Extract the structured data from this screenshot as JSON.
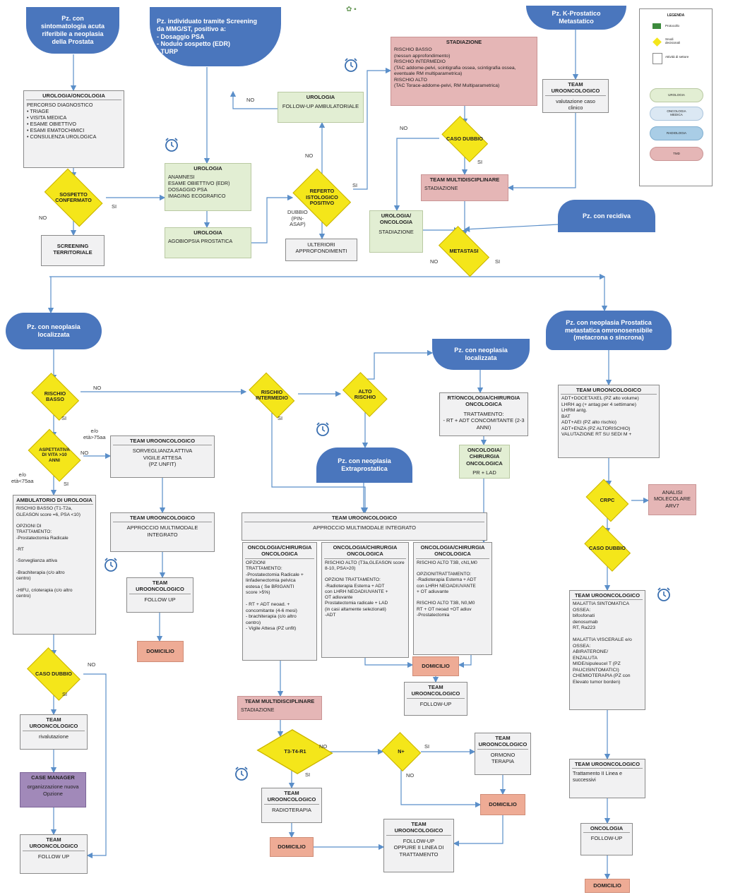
{
  "nodes": {
    "pz_sintomatologia": "Pz. con\nsintomatologia acuta\nriferibile a neoplasia\ndella Prostata",
    "pz_screening": "Pz. individuato tramite Screening\nda MMG/ST, positivo a:\n- Dosaggio PSA\n- Nodulo sospetto (EDR)\n- TURP",
    "pz_metastatico": "Pz. K-Prostatico\nMetastatico",
    "uro_onc": {
      "title": "UROLOGIA/ONCOLOGIA",
      "body": "PERCORSO DIAGNOSTICO\n• TRIAGE\n• VISITA MEDICA\n• ESAME OBIETTIVO\n• ESAMI EMATOCHIMICI\n• CONSULENZA UROLOGICA"
    },
    "sospetto_confermato": "SOSPETTO\nCONFERMATO",
    "screening_territoriale": "SCREENING\nTERRITORIALE",
    "urologia_anamnesi": {
      "title": "UROLOGIA",
      "body": "ANAMNESI\nESAME OBIETTIVO (EDR)\nDOSAGGIO PSA\nIMAGING ECOGRAFICO"
    },
    "urologia_agobiopsia": {
      "title": "UROLOGIA",
      "body": "AGOBIOPSIA PROSTATICA"
    },
    "urologia_followup": {
      "title": "UROLOGIA",
      "body": "FOLLOW-UP  AMBULATORIALE"
    },
    "referto_istologico": "REFERTO\nISTOLOGICO\nPOSITIVO",
    "ulteriori_approfondimenti": "ULTERIORI\nAPPROFONDIMENTI",
    "stadiazione": {
      "title": "STADIAZIONE",
      "body": "RISCHIO BASSO\n(nessun approfondimento)\nRISCHIO INTERMEDIO\n(TAC addome-pelvi, scintigrafia ossea, scintigrafia ossea,\neventuale RM multiparametrica)\nRISCHIO ALTO\n(TAC Torace-addome-pelvi, RM Multiparametrica)"
    },
    "team_uroonc_top": {
      "title": "TEAM\nUROONCOLOGICO",
      "body": "valutazione caso\nclinico"
    },
    "caso_dubbio_top": "CASO DUBBIO",
    "team_multi_top": {
      "title": "TEAM MULTIDISCIPLINARE",
      "body": "STADIAZIONE"
    },
    "urologia_oncologia_stadiazione": {
      "title": "UROLOGIA/\nONCOLOGIA",
      "body": "STADIAZIONE"
    },
    "pz_recidiva": "Pz. con recidiva",
    "metastasi": "METASTASI",
    "pz_localizzata_left": "Pz. con neoplasia\nlocalizzata",
    "pz_metastatica_ormono": "Pz. con neoplasia Prostatica\nmetastatica omronosensibile\n(metacrona o sincrona)",
    "rischio_basso": "RISCHIO\nBASSO",
    "rischio_intermedio": "RISCHIO\nINTERMEDIO",
    "alto_rischio": "ALTO\nRISCHIO",
    "pz_localizzata_mid": "Pz. con neoplasia\nlocalizzata",
    "rt_onc_chir": {
      "title": "RT/ONCOLOGIA/CHIRURGIA\nONCOLOGICA",
      "body": "TRATTAMENTO:\n- RT + ADT CONCOMITANTE (2-3\nANNI)"
    },
    "onc_chir_pr_lad": {
      "title": "ONCOLOGIA/\nCHIRURGIA\nONCOLOGICA",
      "body": "PR + LAD"
    },
    "aspettativa_vita": "ASPETTATIVA\nDI VITA >10\nANNI",
    "team_sorveglianza": {
      "title": "TEAM UROONCOLOGICO",
      "body": "SORVEGLIANZA ATTIVA\nVIGILE ATTESA\n(PZ UNFIT)"
    },
    "pz_extraprostatica": "Pz. con neoplasia\nExtraprostatica",
    "ambulatorio_urologia": {
      "title": "AMBULATORIO DI\nUROLOGIA",
      "body": "RISCHIO BASSO (T1-T2a,\nGLEASON score =6, PSA <10)\n\nOPZIONI DI\nTRATTAMENTO:\n-Prostatectomia Radicale\n\n-RT\n\n-Sorveglianza attiva\n\n-Brachiterapia (c/o altro\ncentro)\n\n-HIFU, crioterapia (c/o altro\ncentro)"
    },
    "team_approccio_multimodale": {
      "title": "TEAM UROONCOLOGICO",
      "body": "APPROCCIO MULTIMODALE\nINTEGRATO"
    },
    "team_followup_left": {
      "title": "TEAM\nUROONCOLOGICO",
      "body": "FOLLOW UP"
    },
    "domicilio_left": "DOMICILIO",
    "team_multimodale_integrato": {
      "title": "TEAM UROONCOLOGICO",
      "subtitle": "APPROCCIO MULTIMODALE INTEGRATO"
    },
    "onc_chir_col1": {
      "title": "ONCOLOGIA/CHIRURGIA\nONCOLOGICA",
      "body": "OPZIONI\nTRATTAMENTO:\n-Prostatectomia Radicale +\nlinfadenectomia pelvica\nestesa ( Se BRIGANTI\nscore >5%)\n\n- RT + ADT neoad. +\nconcomitante (4-6 mesi)\n- brachiterapia (c/o altro\ncentro)\n- Vigile Attesa (PZ unfit)"
    },
    "onc_chir_col2": {
      "title": "ONCOLOGIA/CHIRURGIA\nONCOLOGICA",
      "body": "RISCHIO ALTO (T3a,GLEASON score\n8-10, PSA>20)\n\nOPZIONI TRATTAMENTO:\n-Radioterapia Esterna + ADT\ncon LHRH NEOADIUVANTE +\nOT adiuvante\nProstatectomia radicale + LAD\n(in casi altamente selezionati)\n-ADT"
    },
    "onc_chir_col3": {
      "title": "ONCOLOGIA/CHIRURGIA\nONCOLOGICA",
      "body": "RISCHIO ALTO T3B, cN1,M0\n\nOPZIONITRATTAMENTO:\n-Radioterapia Esterna + ADT\ncon LHRH NEOADIUVANTE\n+ OT adiuvante\n\nRISCHIO ALTO T3B, N0,M0\nRT + OT neoad +OT adiuv\n-Prostatectomia"
    },
    "domicilio_mid": "DOMICILIO",
    "team_followup_mid": {
      "title": "TEAM\nUROONCOLOGICO",
      "body": "FOLLOW-UP"
    },
    "team_adt_docetaxel": {
      "title": "TEAM UROONCOLOGICO",
      "body": "ADT+DOCETAXEL (PZ  alto volume)\nLHRH ag (+ antag per 4 settimane)\nLHRM antg.\nBAT\nADT+AEI  (PZ alto rischio)\nADT+ENZA (PZ ALTORISCHIO)\nVALUTAZIONE RT SU SEDI M +"
    },
    "crpc": "CRPC",
    "analisi_molecolare": "ANALISI\nMOLECOLARE\nARV7",
    "caso_dubbio_right": "CASO DUBBIO",
    "team_malattia": {
      "title": "TEAM UROONCOLOGICO",
      "body": "MALATTIA SINTOMATICA\nOSSEA:\nbifosfonati\ndenosumab\nRT, Ra223\n\nMALATTIA VISCERALE e/o\nOSSEA:\nABIRATERONE/\nENZALUTA\nMIDE/sipuleucel T (PZ\nPAUCISINTOMATICI)\nCHEMIOTERAPIA (PZ con\nElevato tumor borden)"
    },
    "team_ii_linea": {
      "title": "TEAM UROONCOLOGICO",
      "body": "Trattamento II Linea e\nsuccessivi"
    },
    "oncologia_followup": {
      "title": "ONCOLOGIA",
      "body": "FOLLOW-UP"
    },
    "domicilio_right": "DOMICILIO",
    "caso_dubbio_left": "CASO DUBBIO",
    "team_rivalutazione": {
      "title": "TEAM\nUROONCOLOGICO",
      "body": "rivalutazione"
    },
    "case_manager": {
      "title": "CASE MANAGER",
      "body": "organizzazione nuova\nOpzione"
    },
    "team_followup_bottom_left": {
      "title": "TEAM\nUROONCOLOGICO",
      "body": "FOLLOW UP"
    },
    "team_multi_stadiazione": {
      "title": "TEAM MULTIDISCIPLINARE",
      "body": "STADIAZIONE"
    },
    "t3t4r1": "T3-T4-R1",
    "n_plus": "N+",
    "team_ormono": {
      "title": "TEAM\nUROONCOLOGICO",
      "body": "ORMONO\nTERAPIA"
    },
    "domicilio_ormono": "DOMICILIO",
    "team_radioterapia": {
      "title": "TEAM\nUROONCOLOGICO",
      "body": "RADIOTERAPIA"
    },
    "domicilio_radio": "DOMICILIO",
    "team_followup_ii_linea": {
      "title": "TEAM\nUROONCOLOGICO",
      "body": "FOLLOW-UP\nOPPURE II LINEA DI\nTRATTAMENTO"
    }
  },
  "edge_labels": {
    "si_sospetto": "SI",
    "no_sospetto": "NO",
    "no_followup": "NO",
    "no_referto_up": "NO",
    "si_referto": "SI",
    "dubbio_referto": "DUBBIO\n(PIN-\nASAP)",
    "no_caso_dubbio": "NO",
    "si_caso_dubbio": "SI",
    "no_metastasi": "NO",
    "si_metastasi": "SI",
    "no_rischio_basso": "NO",
    "si_rischio_basso": "SI",
    "si_rischio_intermedio": "SI",
    "eta_right": "e/o\netà>75aa",
    "no_aspettativa": "NO",
    "eta_left": "e/o\netà<75aa",
    "si_aspettativa": "SI",
    "no_caso_dubbio_left": "NO",
    "si_caso_dubbio_left": "SI",
    "no_t3": "NO",
    "si_t3": "SI",
    "si_n": "SI",
    "no_n": "NO"
  },
  "legend": {
    "title": "LEGENDA",
    "items": [
      "Protocollo",
      "Snodi\ndecisionali",
      "Attività di settore"
    ],
    "sector_labels": [
      "UROLOGIA",
      "ONCOLOGIA\nMEDICA",
      "RADIOLOGIA",
      "TMD"
    ],
    "sector_colors": [
      "#e2eed3",
      "#dbe8f3",
      "#a9cde6",
      "#e5b6b6"
    ]
  },
  "colors": {
    "pill_blue": "#4a76bd",
    "decision_yellow": "#f4e61a",
    "urology_green": "#e2eed3",
    "tmd_pink": "#e5b6b6",
    "domicile_salmon": "#eeab95",
    "case_manager_purple": "#a189b9",
    "connector": "#5b8fc9"
  }
}
